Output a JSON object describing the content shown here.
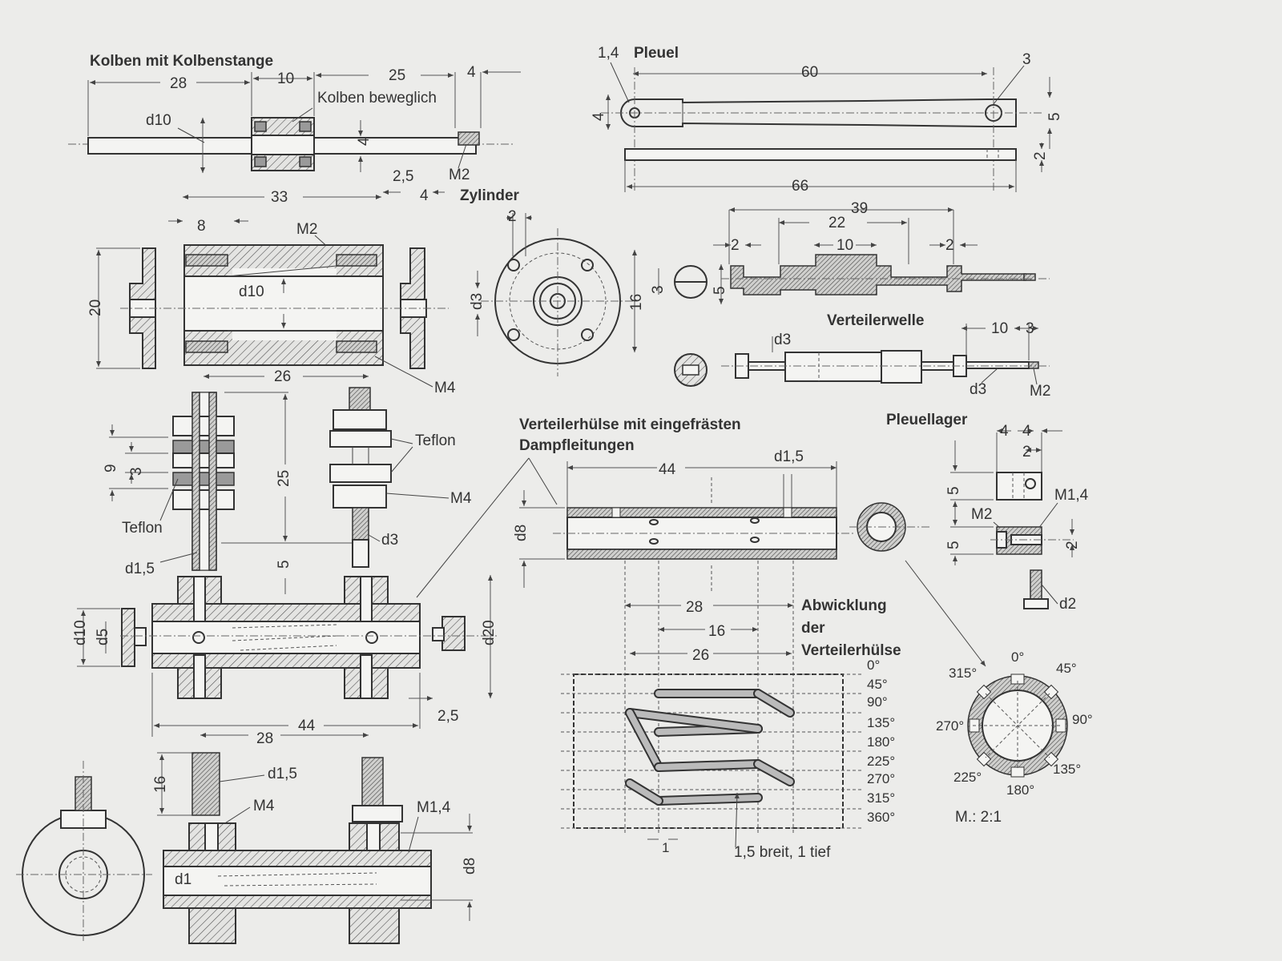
{
  "titles": {
    "kolben": "Kolben mit Kolbenstange",
    "pleuel": "Pleuel",
    "zylinder": "Zylinder",
    "verteilerwelle": "Verteilerwelle",
    "pleuellager": "Pleuellager",
    "verteilerhuelse_1": "Verteilerhülse mit eingefrästen",
    "verteilerhuelse_2": "Dampfleitungen",
    "abwicklung_1": "Abwicklung",
    "abwicklung_2": "der",
    "abwicklung_3": "Verteilerhülse"
  },
  "notes": {
    "kolben_beweglich": "Kolben beweglich",
    "teflon": "Teflon",
    "slot": "1,5 breit, 1 tief",
    "scale": "M.:  2:1"
  },
  "kolben_dims": {
    "d28": "28",
    "d10": "10",
    "d25": "25",
    "d4": "4",
    "dia10": "d10",
    "dia4": "4",
    "thread": "M2"
  },
  "pleuel_dims": {
    "d14": "1,4",
    "d60": "60",
    "d3": "3",
    "d4": "4",
    "d5": "5",
    "d2": "2",
    "d66": "66"
  },
  "zylinder_dims": {
    "d25": "2,5",
    "d33": "33",
    "d4": "4",
    "d8": "8",
    "m2": "M2",
    "d10": "d10",
    "d20": "20",
    "m4": "M4",
    "d2": "2",
    "dia3": "d3",
    "d16": "16"
  },
  "welle_dims": {
    "d39": "39",
    "d22": "22",
    "d2a": "2",
    "d10a": "10",
    "d2b": "2",
    "d3": "3",
    "d5": "5",
    "dia3a": "d3",
    "d10b": "10",
    "d3b": "3",
    "dia3b": "d3",
    "m2": "M2"
  },
  "mid_dims": {
    "d26": "26",
    "d9": "9",
    "d3": "3",
    "d25": "25",
    "d5": "5",
    "d15": "d1,5",
    "m4": "M4",
    "dia3": "d3"
  },
  "lower_dims": {
    "d10": "d10",
    "d5": "d5",
    "d20": "d20",
    "d25": "2,5",
    "d44": "44",
    "d28": "28",
    "d16": "16",
    "d15": "d1,5",
    "m4": "M4",
    "m14": "M1,4",
    "d1": "d1",
    "d8": "d8"
  },
  "huelse_dims": {
    "d44": "44",
    "d15": "d1,5",
    "d8": "d8",
    "d28": "28",
    "d16": "16",
    "d26": "26",
    "d1": "1"
  },
  "lager_dims": {
    "d4a": "4",
    "d4b": "4",
    "d2": "2",
    "d5a": "5",
    "m14": "M1,4",
    "m2": "M2",
    "d5b": "5",
    "d2b": "2",
    "dia2": "d2"
  },
  "angles": [
    "0°",
    "45°",
    "90°",
    "135°",
    "180°",
    "225°",
    "270°",
    "315°",
    "360°"
  ],
  "ring_angles": {
    "a0": "0°",
    "a45": "45°",
    "a90": "90°",
    "a135": "135°",
    "a180": "180°",
    "a225": "225°",
    "a270": "270°",
    "a315": "315°"
  }
}
